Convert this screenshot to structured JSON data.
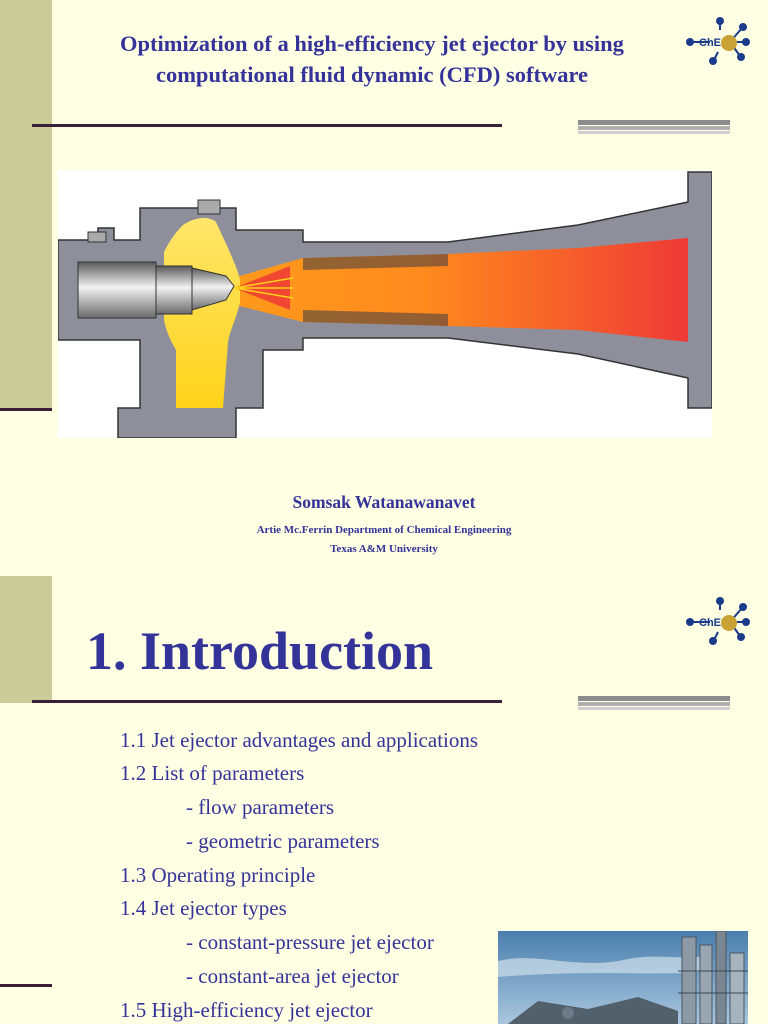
{
  "slide1": {
    "title_line1": "Optimization of a high-efficiency jet ejector by using",
    "title_line2": "computational fluid dynamic (CFD) software",
    "logo_text": "ChE",
    "author": "Somsak Watanawanavet",
    "department": "Artie Mc.Ferrin Department of Chemical Engineering",
    "university": "Texas A&M University",
    "diagram_icon": "jet-ejector-cross-section"
  },
  "slide2": {
    "title": "1. Introduction",
    "logo_text": "ChE",
    "outline": [
      "1.1  Jet ejector advantages and applications",
      "1.2  List of parameters",
      "- flow parameters",
      "- geometric parameters",
      "1.3  Operating principle",
      "1.4  Jet ejector types",
      "- constant-pressure jet ejector",
      "- constant-area jet ejector",
      "1.5  High-efficiency jet ejector"
    ],
    "photo_icon": "industrial-plant-photo"
  },
  "colors": {
    "background": "#ffffe3",
    "accent_bar": "#cccc99",
    "title_text": "#333399",
    "rule": "#3a1f36"
  }
}
